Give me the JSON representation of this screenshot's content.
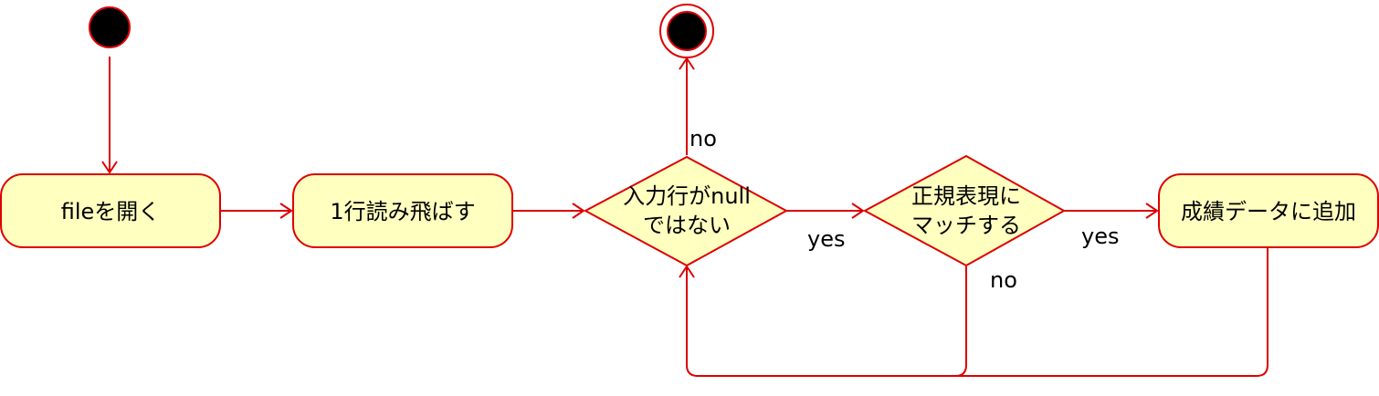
{
  "diagram": {
    "type": "uml-activity",
    "colors": {
      "stroke": "#dd0000",
      "fill": "#ffffc0",
      "node_dot": "#000000",
      "text": "#000000"
    },
    "nodes": {
      "open_file": {
        "label": "fileを開く"
      },
      "skip_line": {
        "label": "1行読み飛ばす"
      },
      "decision_not_null": {
        "line1": "入力行がnull",
        "line2": "ではない"
      },
      "decision_regex": {
        "line1": "正規表現に",
        "line2": "マッチする"
      },
      "add_grade": {
        "label": "成績データに追加"
      }
    },
    "edge_labels": {
      "not_null_no": "no",
      "not_null_yes": "yes",
      "regex_yes": "yes",
      "regex_no": "no"
    }
  }
}
